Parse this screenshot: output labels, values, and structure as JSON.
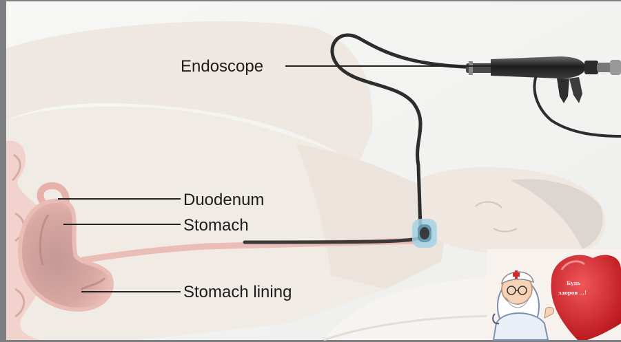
{
  "labels": {
    "endoscope": "Endoscope",
    "duodenum": "Duodenum",
    "stomach": "Stomach",
    "stomach_lining": "Stomach lining"
  },
  "badge": {
    "line1": "Будь",
    "line2": "здоров ...!"
  },
  "colors": {
    "frame": "#7d7f83",
    "background": "#f6f6f4",
    "skin": "#efe9e4",
    "organ": "#e2aaa6",
    "organ_dark": "#b87d78",
    "tube": "#2a2a2a",
    "mouthpiece": "#8fc4dc",
    "heart": "#d8272c"
  },
  "icons": {
    "badge": "doctor-heart-sticker"
  }
}
